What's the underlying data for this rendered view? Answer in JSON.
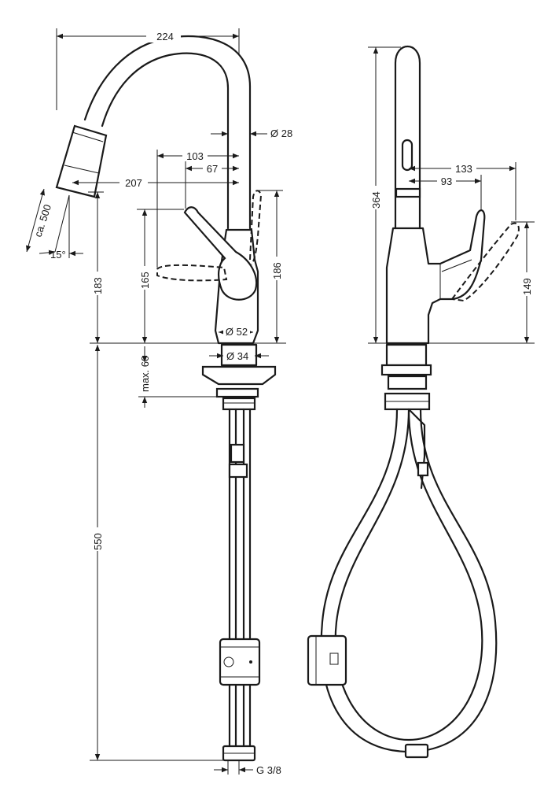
{
  "dimensions": {
    "spout_reach": "224",
    "spout_diameter": "Ø 28",
    "lever_reach_max": "103",
    "lever_reach": "67",
    "spray_reach": "207",
    "pull_length": "ca. 500",
    "spray_angle": "15°",
    "spray_height": "183",
    "lever_height": "165",
    "lever_top_height": "186",
    "body_diameter": "Ø 52",
    "shank_diameter": "Ø 34",
    "max_deck": "max. 60",
    "hose_length": "550",
    "connection": "G 3/8",
    "total_height": "364",
    "side_lever_reach": "133",
    "side_spray_reach": "93",
    "side_lever_height": "149"
  }
}
